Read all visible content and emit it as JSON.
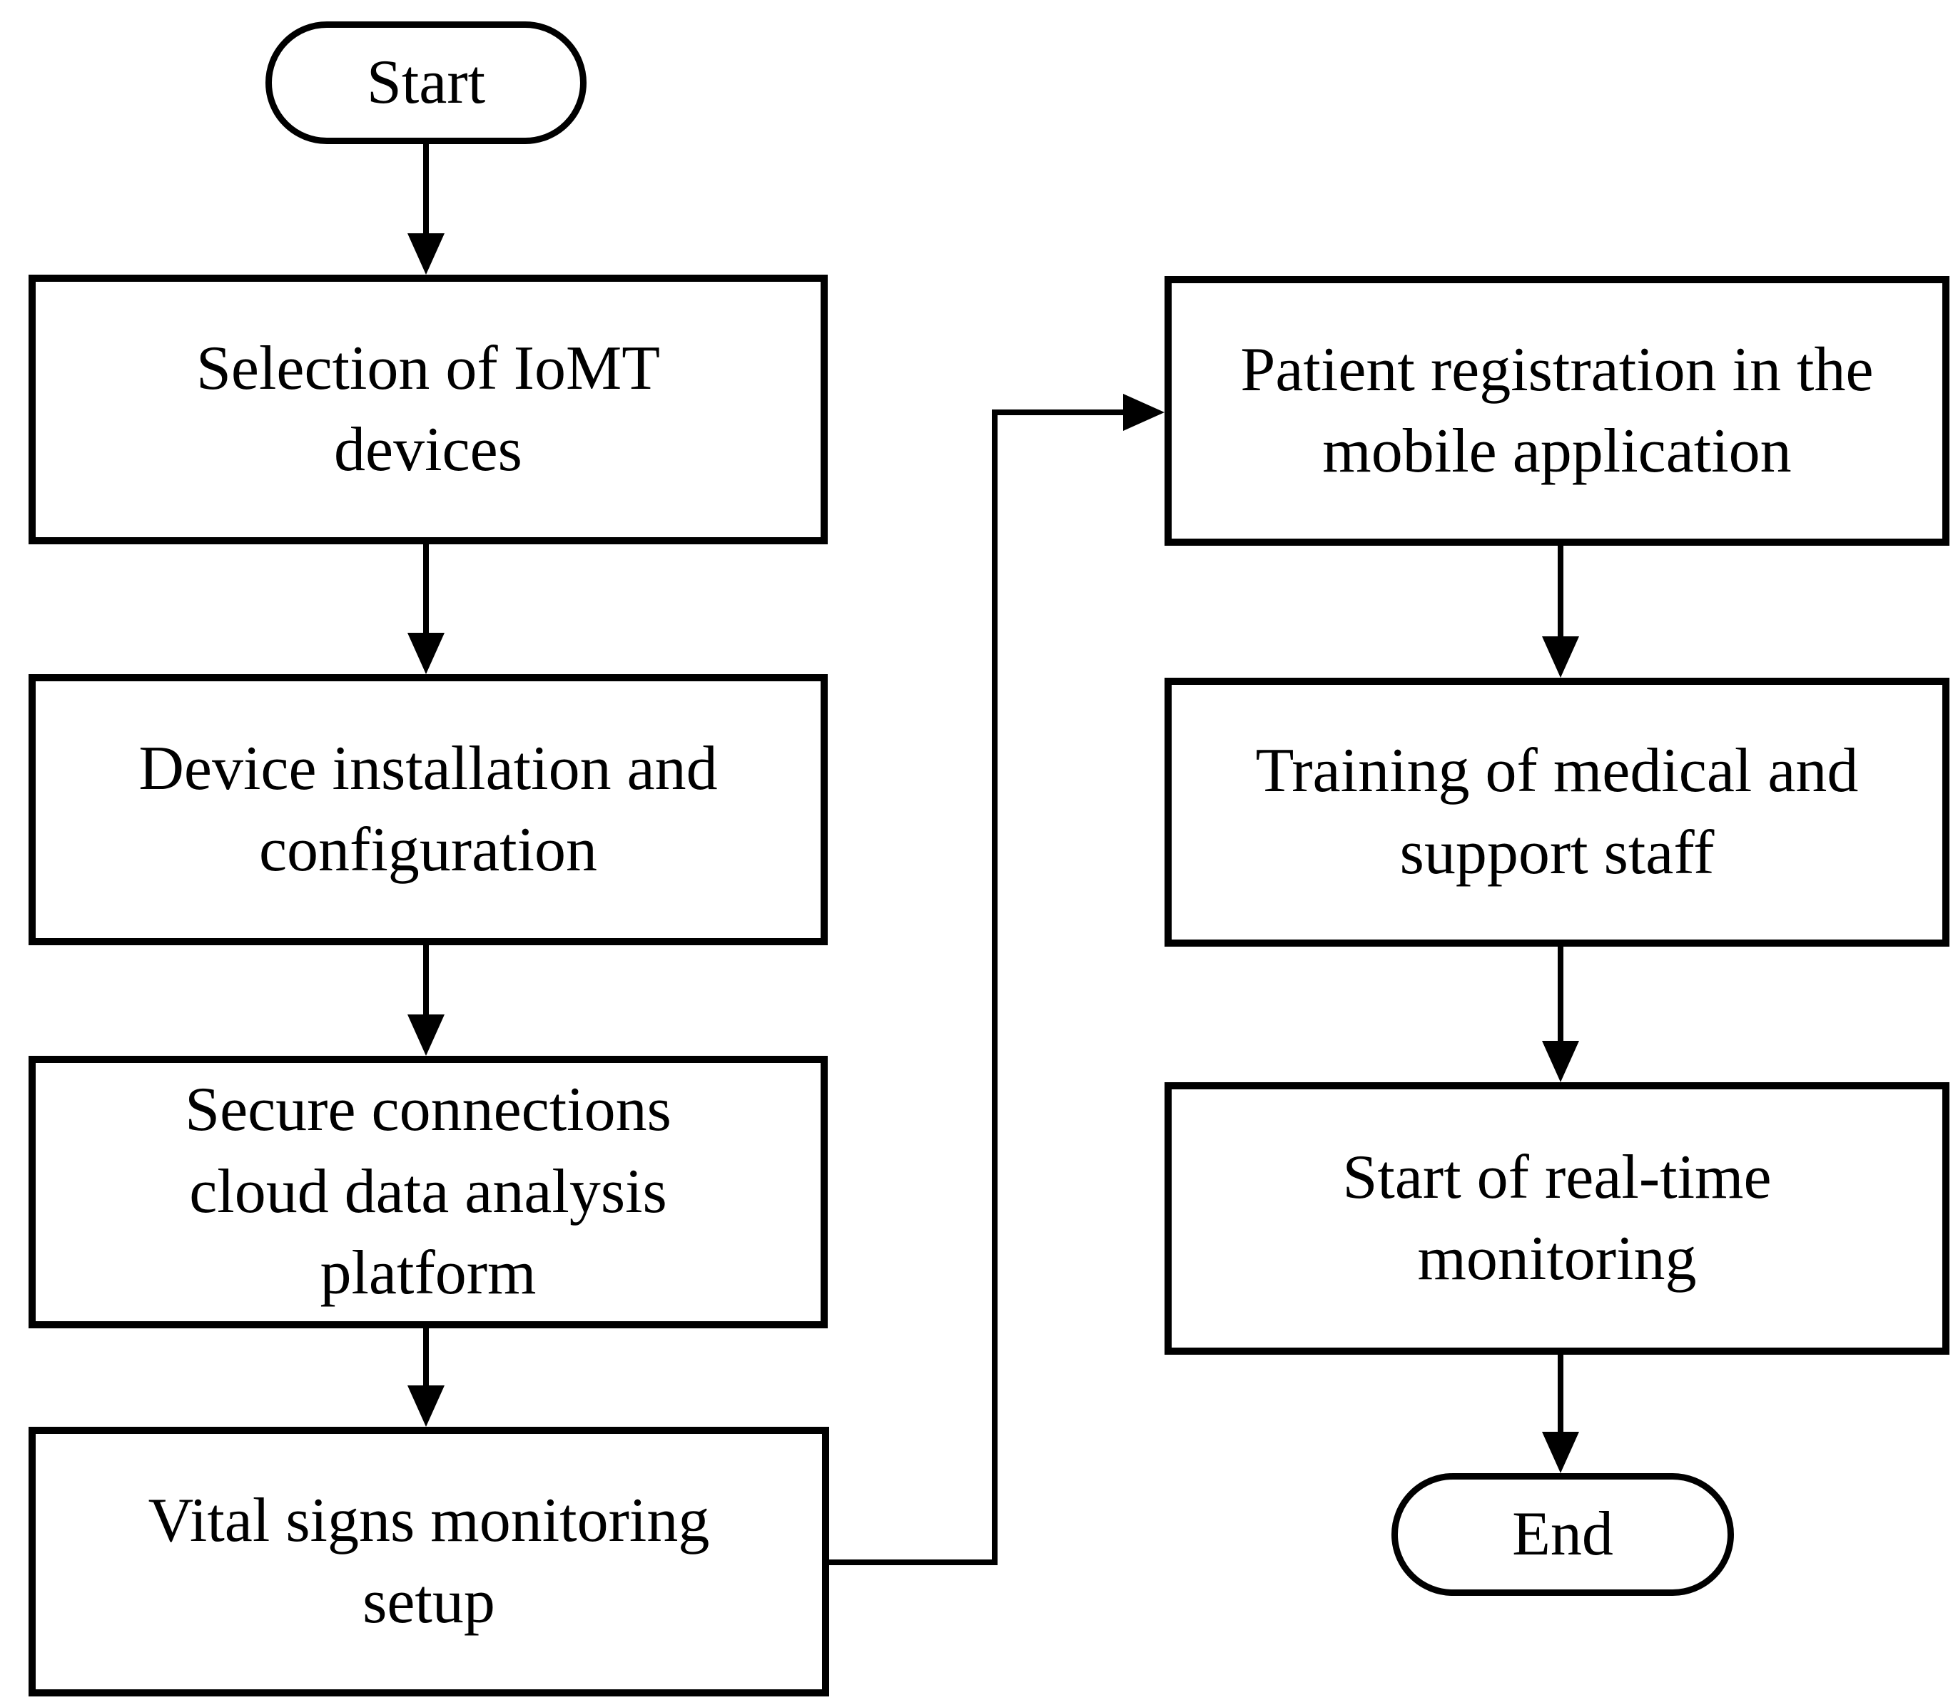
{
  "diagram": {
    "type": "flowchart",
    "colors": {
      "background": "#ffffff",
      "stroke": "#000000",
      "text": "#000000"
    },
    "nodes": {
      "start": {
        "label": "Start",
        "shape": "terminator"
      },
      "select_devices": {
        "label": "Selection of IoMT\ndevices",
        "shape": "process"
      },
      "install_config": {
        "label": "Device installation and\nconfiguration",
        "shape": "process"
      },
      "secure_connections": {
        "label": "Secure connections\ncloud data analysis\nplatform",
        "shape": "process"
      },
      "vital_signs": {
        "label": "Vital signs monitoring\nsetup",
        "shape": "process"
      },
      "patient_registration": {
        "label": "Patient registration in the\nmobile application",
        "shape": "process"
      },
      "staff_training": {
        "label": "Training of medical and\nsupport staff",
        "shape": "process"
      },
      "realtime_monitoring": {
        "label": "Start of real-time\nmonitoring",
        "shape": "process"
      },
      "end": {
        "label": "End",
        "shape": "terminator"
      }
    },
    "edges": [
      {
        "from": "start",
        "to": "select_devices"
      },
      {
        "from": "select_devices",
        "to": "install_config"
      },
      {
        "from": "install_config",
        "to": "secure_connections"
      },
      {
        "from": "secure_connections",
        "to": "vital_signs"
      },
      {
        "from": "vital_signs",
        "to": "patient_registration"
      },
      {
        "from": "patient_registration",
        "to": "staff_training"
      },
      {
        "from": "staff_training",
        "to": "realtime_monitoring"
      },
      {
        "from": "realtime_monitoring",
        "to": "end"
      }
    ]
  }
}
